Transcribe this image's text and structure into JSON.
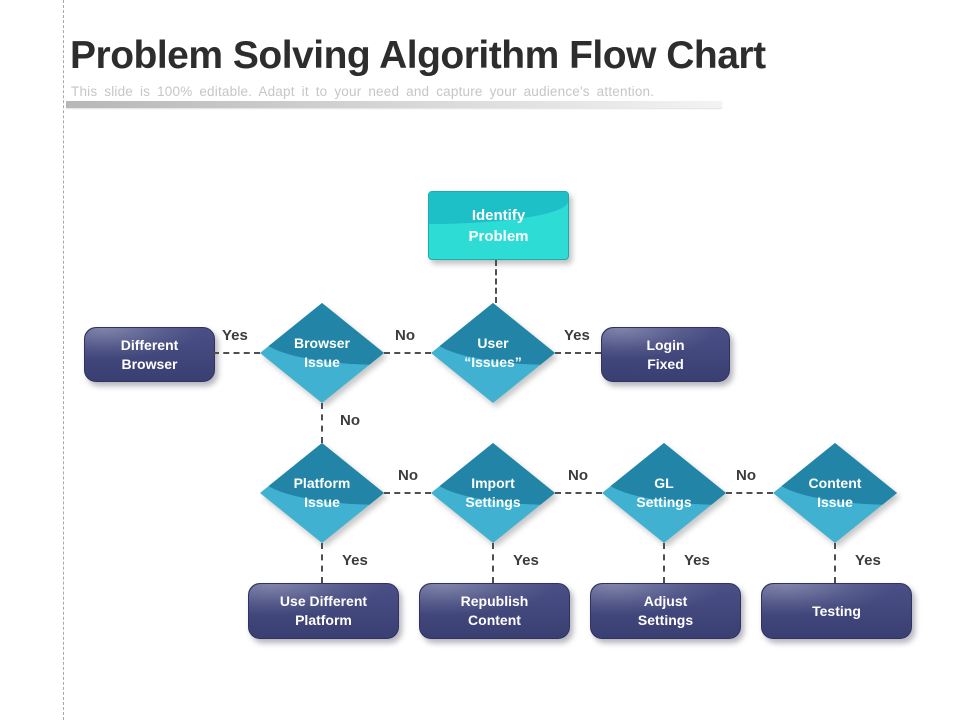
{
  "page": {
    "title": "Problem Solving Algorithm Flow Chart",
    "subtitle": "This slide is 100% editable. Adapt it to your need and capture your audience's attention."
  },
  "labels": {
    "yes": "Yes",
    "no": "No"
  },
  "colors": {
    "start_box_base": "#2EDCD6",
    "start_box_shade": "#1EC0C7",
    "diamond_base": "#41B1D1",
    "diamond_shade": "#2285A7",
    "terminal_box": "#3E4377",
    "connector": "#4F4F4F",
    "title_text": "#2D2D2D",
    "subtitle_text": "#C6C6C6",
    "node_text": "#FFFFFF"
  },
  "nodes": {
    "identify_problem": {
      "line1": "Identify",
      "line2": "Problem"
    },
    "different_browser": {
      "line1": "Different",
      "line2": "Browser"
    },
    "browser_issue": {
      "line1": "Browser",
      "line2": "Issue"
    },
    "user_issues": {
      "line1": "User",
      "line2": "“Issues”"
    },
    "login_fixed": {
      "line1": "Login",
      "line2": "Fixed"
    },
    "platform_issue": {
      "line1": "Platform",
      "line2": "Issue"
    },
    "import_settings": {
      "line1": "Import",
      "line2": "Settings"
    },
    "gl_settings": {
      "line1": "GL",
      "line2": "Settings"
    },
    "content_issue": {
      "line1": "Content",
      "line2": "Issue"
    },
    "use_different_platform": {
      "line1": "Use Different",
      "line2": "Platform"
    },
    "republish_content": {
      "line1": "Republish",
      "line2": "Content"
    },
    "adjust_settings": {
      "line1": "Adjust",
      "line2": "Settings"
    },
    "testing": {
      "line1": "Testing"
    }
  }
}
